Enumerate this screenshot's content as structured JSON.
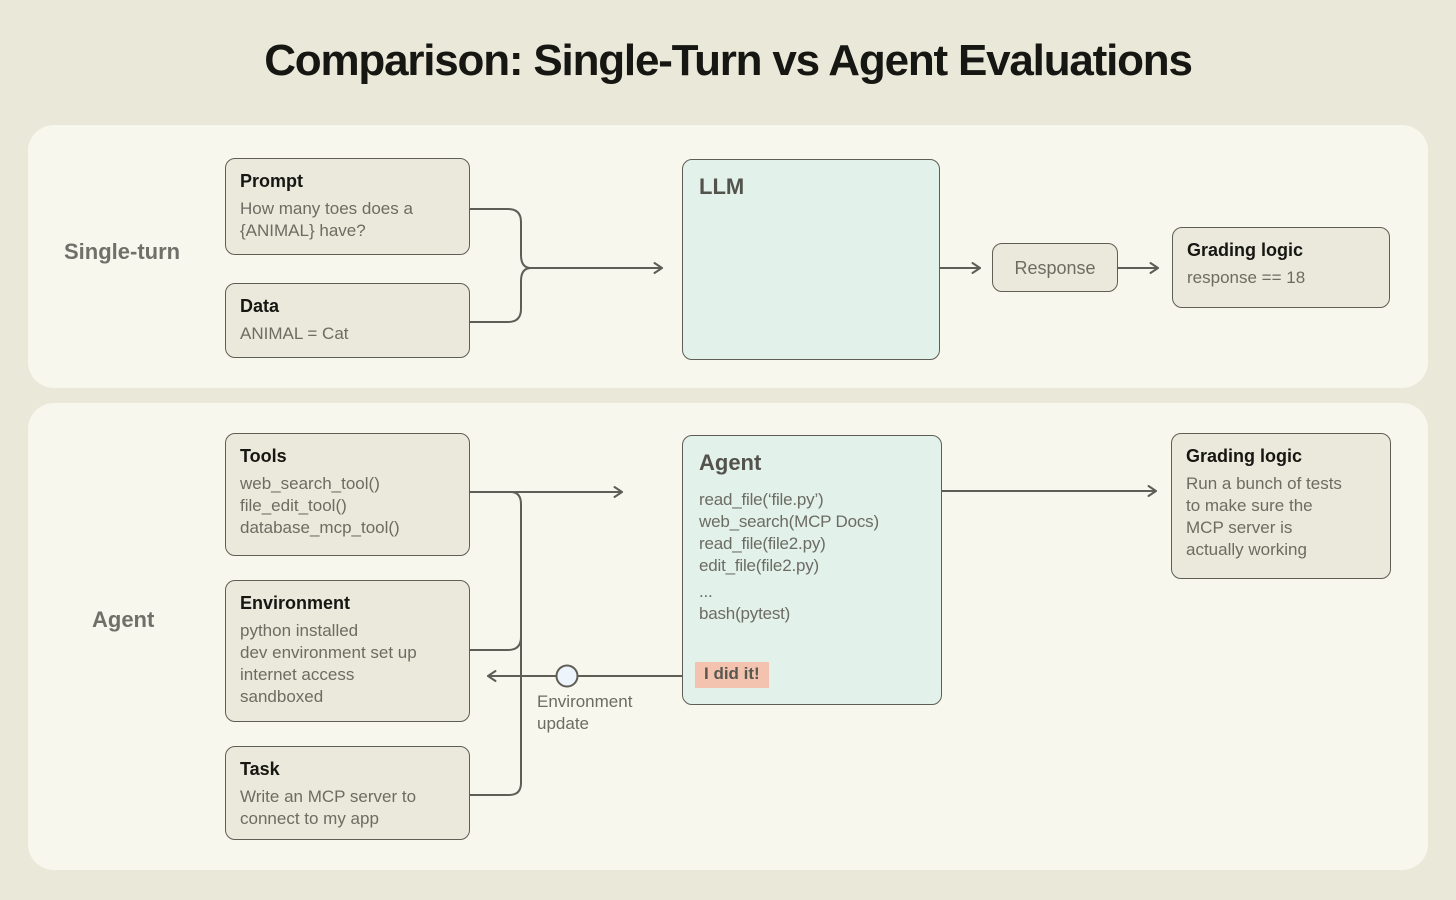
{
  "title": "Comparison: Single-Turn vs Agent Evaluations",
  "colors": {
    "outer": "#eae8d9",
    "panel": "#f8f7ee",
    "box_fill": "#eae9db",
    "box_border": "#5e5e56",
    "line": "#5e5e56",
    "mint_fill": "#e2f1ea",
    "mint_node": "#a6dfc6",
    "mint_title": "#53534c",
    "salmon": "#f3c3af",
    "node_fill": "#eef4fb",
    "text_dark": "#161612",
    "text_gray": "#6c6c63",
    "text_label": "#70706a"
  },
  "single_turn": {
    "label": "Single-turn",
    "prompt_box": {
      "title": "Prompt",
      "lines": [
        "How many toes does a",
        "{ANIMAL} have?"
      ]
    },
    "data_box": {
      "title": "Data",
      "lines": [
        "ANIMAL = Cat"
      ]
    },
    "llm_box": {
      "title": "LLM"
    },
    "response_box": {
      "label": "Response"
    },
    "grading_box": {
      "title": "Grading logic",
      "lines": [
        "response == 18"
      ]
    }
  },
  "agent_eval": {
    "label": "Agent",
    "tools_box": {
      "title": "Tools",
      "lines": [
        "web_search_tool()",
        "file_edit_tool()",
        "database_mcp_tool()"
      ]
    },
    "environment_box": {
      "title": "Environment",
      "lines": [
        "python installed",
        "dev environment set up",
        "internet access",
        "sandboxed"
      ]
    },
    "task_box": {
      "title": "Task",
      "lines": [
        "Write an MCP server to",
        "connect to my app"
      ]
    },
    "agent_box": {
      "title": "Agent",
      "calls": [
        "read_file(‘file.py’)",
        "web_search(MCP Docs)",
        "read_file(file2.py)",
        "edit_file(file2.py)",
        "...",
        "bash(pytest)"
      ],
      "badge": "I did it!"
    },
    "grading_box": {
      "title": "Grading logic",
      "lines": [
        "Run a bunch of tests",
        "to make sure the",
        "MCP server is",
        "actually working"
      ]
    },
    "env_update": {
      "lines": [
        "Environment",
        "update"
      ]
    }
  }
}
